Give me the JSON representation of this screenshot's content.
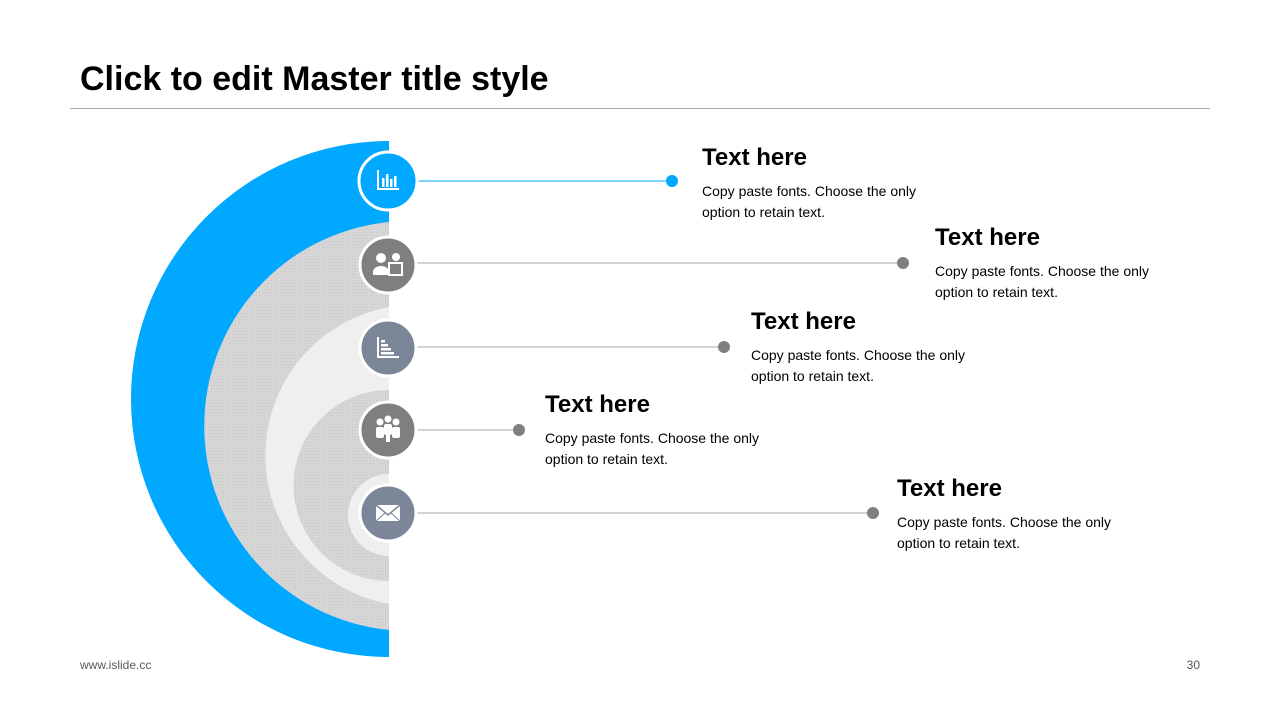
{
  "slide": {
    "title": "Click to edit Master title style",
    "footer_url": "www.islide.cc",
    "page_number": "30"
  },
  "colors": {
    "accent": "#00A8FF",
    "dark_gray": "#7F7F7F",
    "slate": "#7B8699",
    "light_gray": "#D9D9D9",
    "lighter_gray": "#EFEFEF"
  },
  "items": [
    {
      "heading": "Text here",
      "body": "Copy paste fonts. Choose the only option to retain text.",
      "icon": "bar-chart-icon"
    },
    {
      "heading": "Text here",
      "body": "Copy paste fonts. Choose the only option to retain text.",
      "icon": "presenter-icon"
    },
    {
      "heading": "Text here",
      "body": "Copy paste fonts. Choose the only option to retain text.",
      "icon": "stair-chart-icon"
    },
    {
      "heading": "Text here",
      "body": "Copy paste fonts. Choose the only option to retain text.",
      "icon": "team-icon"
    },
    {
      "heading": "Text here",
      "body": "Copy paste fonts. Choose the only option to retain text.",
      "icon": "envelope-icon"
    }
  ]
}
